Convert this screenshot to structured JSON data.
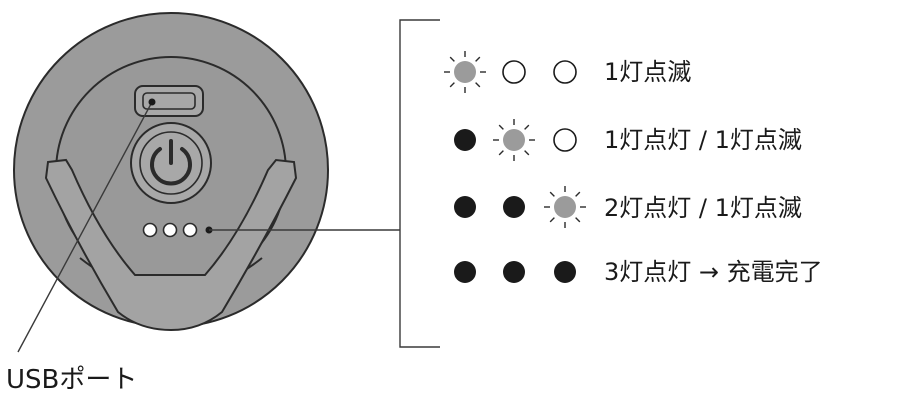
{
  "labels": {
    "usb_port": "USBポート"
  },
  "indicator_states": [
    {
      "text": "1灯点滅",
      "leds": [
        "blink",
        "off",
        "off"
      ]
    },
    {
      "text": "1灯点灯 / 1灯点滅",
      "leds": [
        "on",
        "blink",
        "off"
      ]
    },
    {
      "text": "2灯点灯 / 1灯点滅",
      "leds": [
        "on",
        "on",
        "blink"
      ]
    },
    {
      "text": "3灯点灯 → 充電完了",
      "leds": [
        "on",
        "on",
        "on"
      ]
    }
  ],
  "colors": {
    "body": "#9b9b9b",
    "ring": "#8a8a8a",
    "outline": "#2b2b2b",
    "led_on": "#1a1a1a",
    "led_blink": "#9b9b9b",
    "led_off": "#ffffff"
  },
  "icons": {
    "power": "power-icon"
  }
}
